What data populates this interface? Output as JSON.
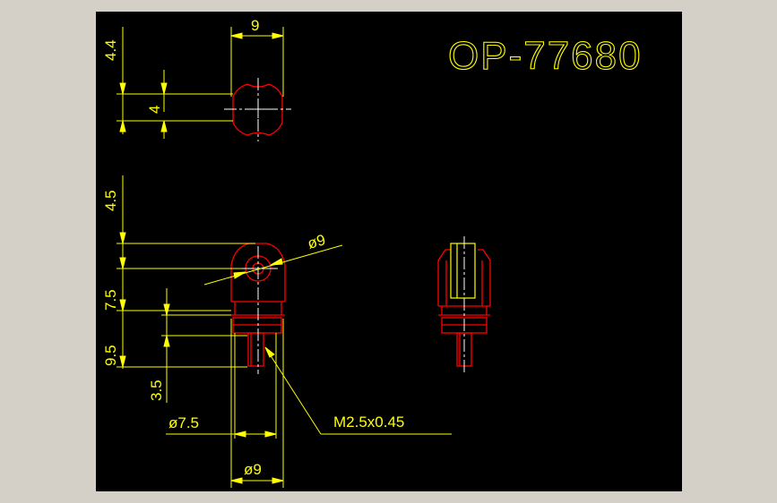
{
  "drawing": {
    "title": "OP-77680",
    "dims": {
      "top_width": "9",
      "top_height_outer": "4.4",
      "top_height_inner": "4",
      "side_head_height": "4.5",
      "head_diameter": "ø9",
      "body_height": "7.5",
      "collar_height": "9.5",
      "stud_length": "3.5",
      "collar_diameter": "ø7.5",
      "base_diameter": "ø9",
      "thread": "M2.5x0.45"
    }
  },
  "colors": {
    "background": "#000000",
    "frame": "#d4d0c8",
    "dimension": "#ffff00",
    "outline": "#ff0000",
    "centerline": "#ffffff"
  }
}
